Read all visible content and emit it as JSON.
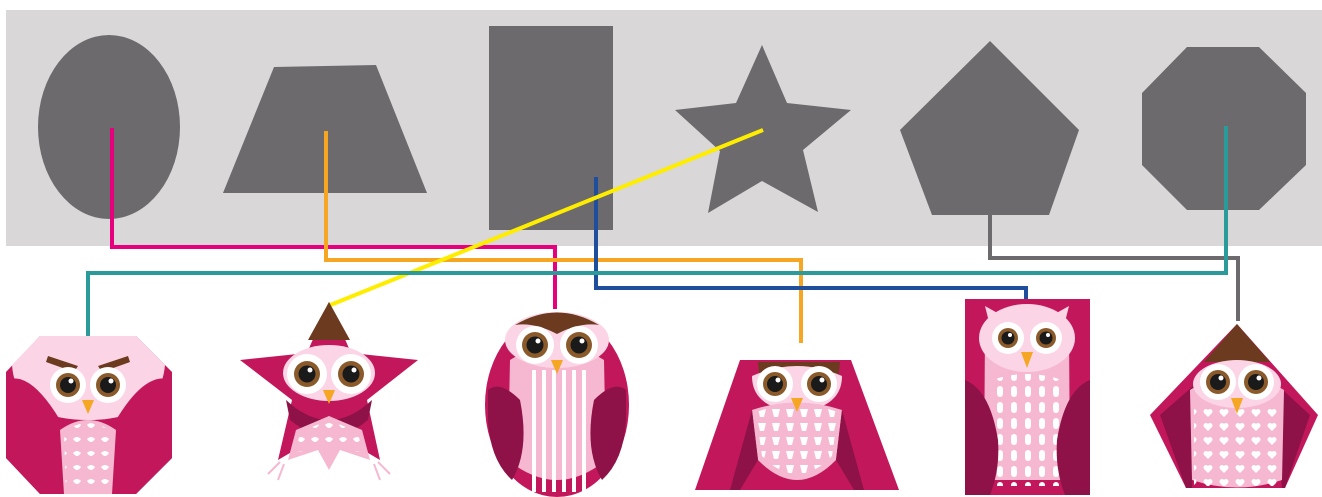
{
  "colors": {
    "panel": "#d9d7d8",
    "shape": "#6c6a6c",
    "owl_magenta": "#c2185b",
    "owl_dark_magenta": "#8e1247",
    "owl_pink": "#f6b8d1",
    "owl_light_pink": "#fbd5e5",
    "owl_brown": "#6b3a1f",
    "owl_beak": "#f5a623",
    "line_ellipse": "#e6007e",
    "line_trapezoid": "#f5a623",
    "line_rectangle": "#1f4e9c",
    "line_star": "#ffed00",
    "line_pentagon": "#6c6a6c",
    "line_octagon": "#2a9a9a"
  },
  "shapes": [
    "ellipse",
    "trapezoid",
    "rectangle",
    "star",
    "pentagon",
    "octagon"
  ],
  "owls": [
    "octagon-owl",
    "star-owl",
    "ellipse-owl",
    "trapezoid-owl",
    "rectangle-owl",
    "pentagon-owl"
  ],
  "matches": [
    {
      "shape": "ellipse",
      "owl": "ellipse-owl",
      "color_key": "line_ellipse"
    },
    {
      "shape": "trapezoid",
      "owl": "trapezoid-owl",
      "color_key": "line_trapezoid"
    },
    {
      "shape": "rectangle",
      "owl": "rectangle-owl",
      "color_key": "line_rectangle"
    },
    {
      "shape": "star",
      "owl": "star-owl",
      "color_key": "line_star"
    },
    {
      "shape": "pentagon",
      "owl": "pentagon-owl",
      "color_key": "line_pentagon"
    },
    {
      "shape": "octagon",
      "owl": "octagon-owl",
      "color_key": "line_octagon"
    }
  ]
}
